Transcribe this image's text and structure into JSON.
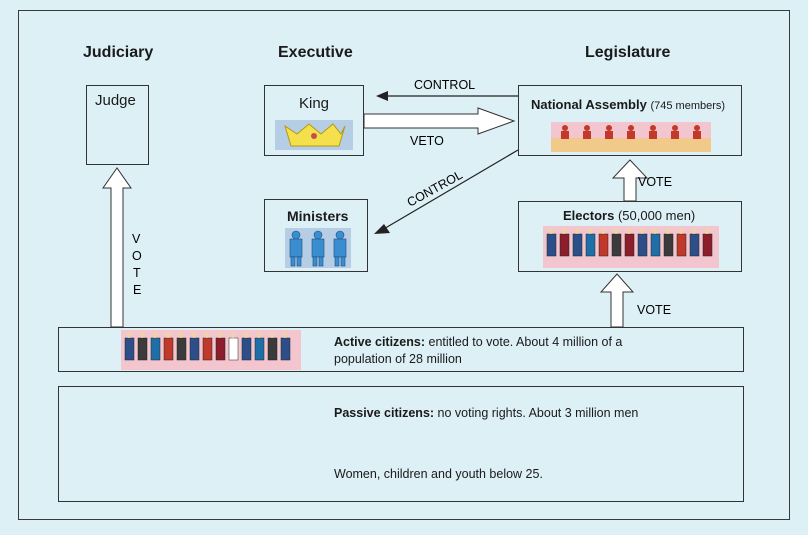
{
  "headers": {
    "judiciary": "Judiciary",
    "executive": "Executive",
    "legislature": "Legislature"
  },
  "judge": {
    "label": "Judge"
  },
  "king": {
    "label": "King"
  },
  "ministers": {
    "label": "Ministers"
  },
  "national_assembly": {
    "label": "National Assembly",
    "note": "(745 members)"
  },
  "electors": {
    "label": "Electors",
    "note": "(50,000 men)"
  },
  "arrows": {
    "control_top": "CONTROL",
    "veto": "VETO",
    "control_diag": "CONTROL",
    "vote_assembly": "VOTE",
    "vote_electors": "VOTE",
    "vote_judge": [
      "V",
      "O",
      "T",
      "E"
    ]
  },
  "active": {
    "label": "Active citizens:",
    "line1": "entitled to vote. About 4 million of a",
    "line2": "population of 28 million"
  },
  "passive": {
    "label": "Passive citizens:",
    "text": "no voting rights. About 3 million men"
  },
  "others": {
    "text": "Women, children and youth below 25."
  },
  "colors": {
    "background": "#ddf0f6",
    "figures_bg": "#f3c6cf",
    "crown": "#f4e04d"
  }
}
